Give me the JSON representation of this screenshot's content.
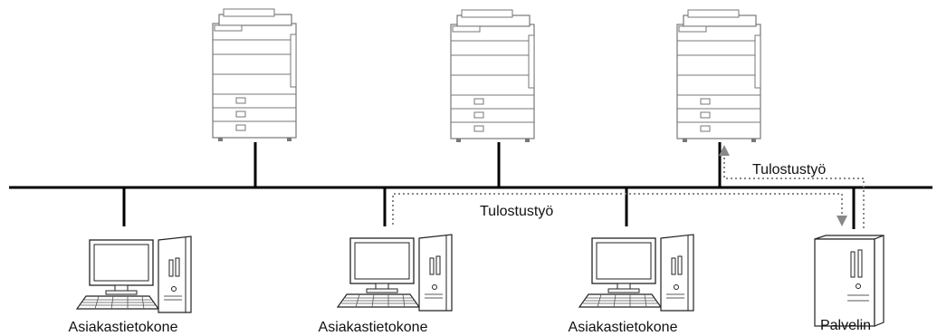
{
  "labels": {
    "client": "Asiakastietokone",
    "server": "Palvelin",
    "print_job": "Tulostustyö"
  },
  "devices": {
    "printers": 3,
    "client_computers": 3,
    "servers": 1
  },
  "colors": {
    "line": "#000000",
    "device_outline": "#777777",
    "job_arrow": "#888888"
  }
}
